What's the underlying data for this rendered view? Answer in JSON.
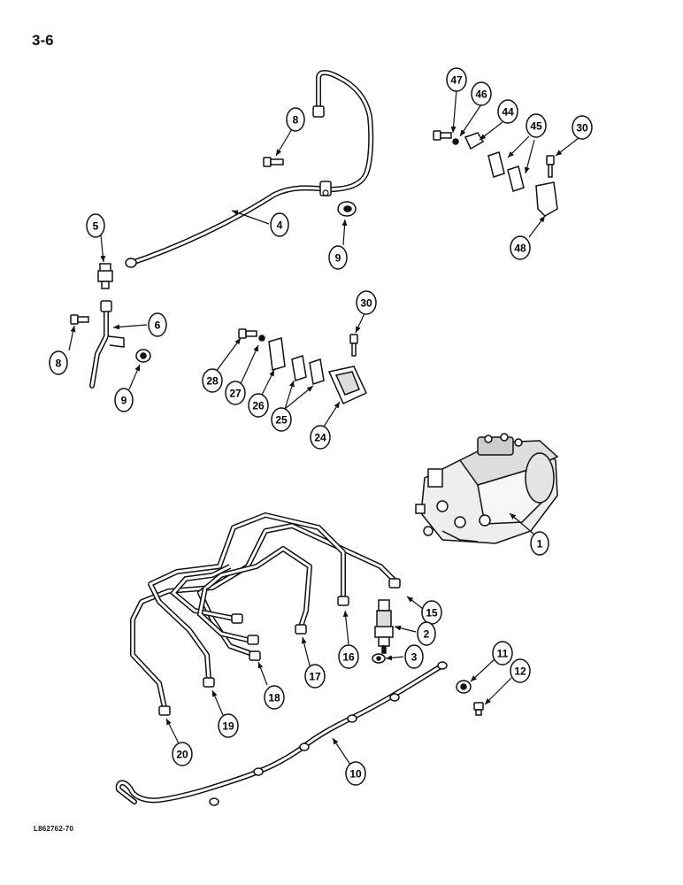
{
  "page": {
    "section_number": "3-6",
    "drawing_code": "L862762-70"
  },
  "callouts": {
    "c1": "1",
    "c2": "2",
    "c3": "3",
    "c4": "4",
    "c5": "5",
    "c6": "6",
    "c8a": "8",
    "c8b": "8",
    "c9a": "9",
    "c9b": "9",
    "c10": "10",
    "c11": "11",
    "c12": "12",
    "c15": "15",
    "c16": "16",
    "c17": "17",
    "c18": "18",
    "c19": "19",
    "c20": "20",
    "c24": "24",
    "c25": "25",
    "c26": "26",
    "c27": "27",
    "c28": "28",
    "c30a": "30",
    "c30b": "30",
    "c44": "44",
    "c45": "45",
    "c46": "46",
    "c47": "47",
    "c48": "48"
  }
}
